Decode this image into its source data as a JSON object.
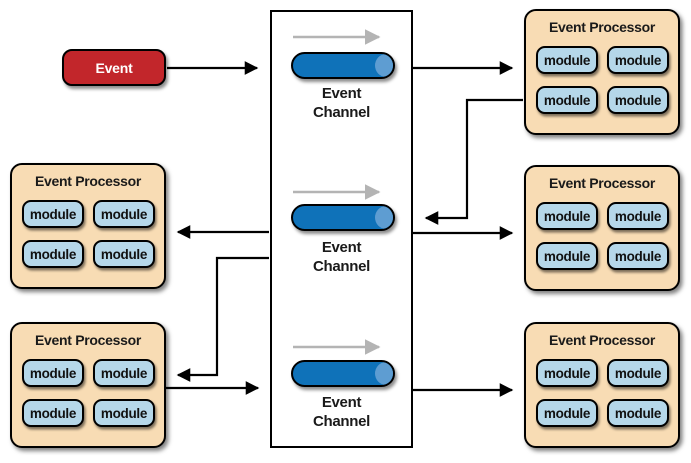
{
  "diagram": {
    "event_source": {
      "label": "Event"
    },
    "channels": [
      {
        "label": "Event Channel"
      },
      {
        "label": "Event Channel"
      },
      {
        "label": "Event Channel"
      }
    ],
    "processors": [
      {
        "position": "middle-left",
        "title": "Event Processor",
        "modules": [
          "module",
          "module",
          "module",
          "module"
        ]
      },
      {
        "position": "bottom-left",
        "title": "Event Processor",
        "modules": [
          "module",
          "module",
          "module",
          "module"
        ]
      },
      {
        "position": "top-right",
        "title": "Event Processor",
        "modules": [
          "module",
          "module",
          "module",
          "module"
        ]
      },
      {
        "position": "middle-right",
        "title": "Event Processor",
        "modules": [
          "module",
          "module",
          "module",
          "module"
        ]
      },
      {
        "position": "bottom-right",
        "title": "Event Processor",
        "modules": [
          "module",
          "module",
          "module",
          "module"
        ]
      }
    ],
    "connections": [
      {
        "from": "event-source",
        "to": "channel-1"
      },
      {
        "from": "channel-1",
        "to": "processor-top-right"
      },
      {
        "from": "processor-top-right",
        "to": "channel-2"
      },
      {
        "from": "channel-2",
        "to": "processor-middle-left"
      },
      {
        "from": "channel-2",
        "to": "processor-middle-right"
      },
      {
        "from": "channel-container",
        "to": "processor-bottom-left"
      },
      {
        "from": "processor-bottom-left",
        "to": "channel-3"
      },
      {
        "from": "channel-3",
        "to": "processor-bottom-right"
      }
    ],
    "colors": {
      "event_fill": "#c2262b",
      "event_text": "#ffffff",
      "processor_fill": "#f8dcb4",
      "module_fill": "#b5d7e9",
      "channel_pipe_fill": "#0f72b9",
      "channel_pipe_cap": "#5e9dd2",
      "channel_box_fill": "#ffffff",
      "connector_color": "#000000",
      "flow_arrow_color": "#b4b4b4",
      "border_color": "#000000"
    }
  }
}
